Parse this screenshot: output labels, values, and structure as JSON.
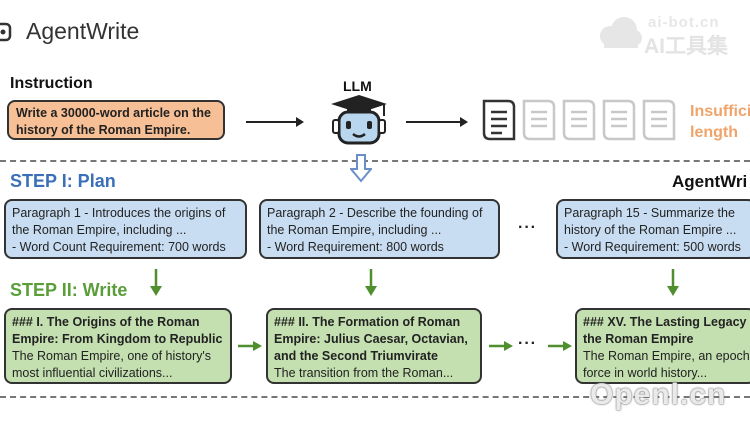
{
  "header": {
    "app_title": "AgentWrite"
  },
  "watermark": {
    "line1": "ai-bot.cn",
    "line2": "AI工具集",
    "bottom": "Openl.cn"
  },
  "instruction": {
    "label": "Instruction",
    "lines": [
      "Write a 30000-word article on the",
      "history of the Roman Empire."
    ]
  },
  "llm": {
    "label": "LLM",
    "icon": "graduate-robot-icon"
  },
  "insufficient": {
    "lines": [
      "Insuffici",
      "length"
    ]
  },
  "step1": {
    "label": "STEP I: Plan",
    "right_label": "AgentWri"
  },
  "plans": [
    {
      "lines": [
        "Paragraph 1 - Introduces the origins of",
        "the Roman Empire, including ...",
        "- Word Count Requirement: 700 words"
      ]
    },
    {
      "lines": [
        "Paragraph 2 - Describe the founding of",
        "the Roman Empire, including ...",
        "- Word Requirement: 800 words"
      ]
    },
    {
      "lines": [
        "Paragraph 15 - Summarize the",
        "history of the Roman Empire ...",
        "- Word Requirement: 500 words"
      ]
    }
  ],
  "step2": {
    "label": "STEP II: Write"
  },
  "writes": [
    {
      "heading": [
        "### I. The Origins of the Roman",
        "Empire: From Kingdom to Republic"
      ],
      "body": [
        "The Roman Empire, one of history's",
        "most influential civilizations..."
      ]
    },
    {
      "heading": [
        "### II. The Formation of Roman",
        "Empire: Julius Caesar, Octavian,",
        "and the Second Triumvirate"
      ],
      "body": [
        "The transition from the Roman..."
      ]
    },
    {
      "heading": [
        "### XV. The Lasting Legacy of",
        "the Roman Empire"
      ],
      "body": [
        "The Roman Empire, an epoch",
        "force in world history..."
      ]
    }
  ],
  "ellipsis": "···",
  "colors": {
    "instruction_fill": "#f7bf95",
    "plan_fill": "#c9ddf2",
    "write_fill": "#c4e0b0",
    "step1_text": "#3b70b8",
    "step2_text": "#5a9e3a",
    "insufficient_text": "#f0a46a"
  }
}
